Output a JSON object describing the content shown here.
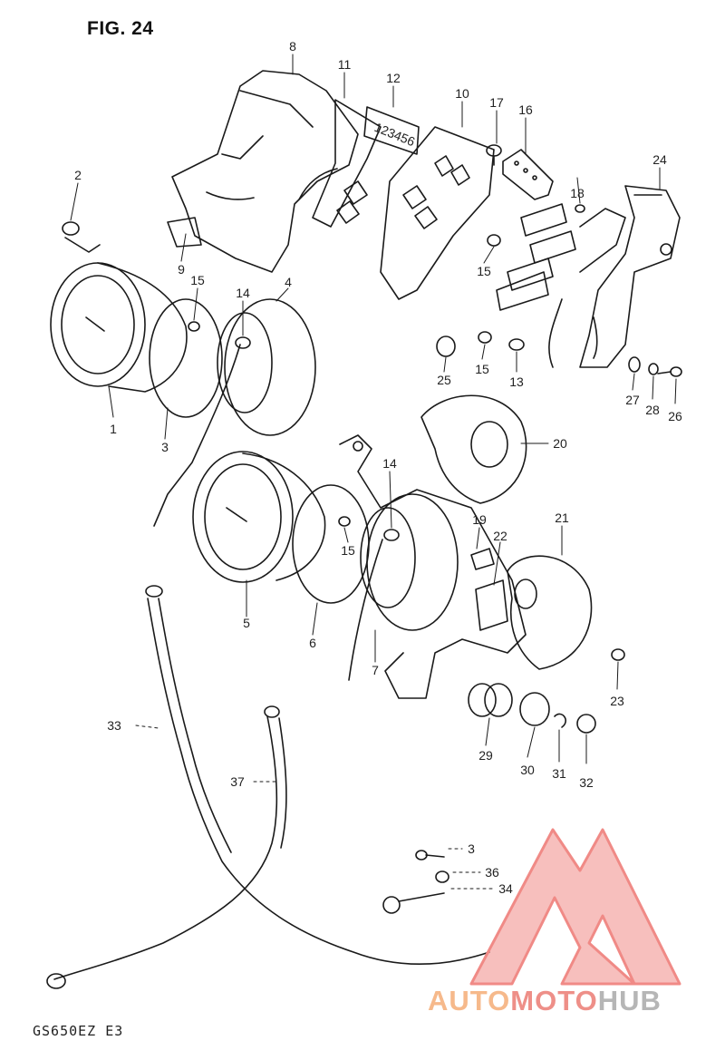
{
  "figure_title": "FIG. 24",
  "model_code": "GS650EZ  E3",
  "watermark": {
    "part1": "AUTO",
    "part2": "MOTO",
    "part3": "HUB",
    "colors": {
      "part1": "#f6b98b",
      "part2": "#ee8f88",
      "part3": "#b6b6b6",
      "logo": "#f08a86"
    }
  },
  "callouts": [
    {
      "id": "c1",
      "label": "1"
    },
    {
      "id": "c2",
      "label": "2"
    },
    {
      "id": "c3",
      "label": "3"
    },
    {
      "id": "c4",
      "label": "4"
    },
    {
      "id": "c5",
      "label": "5"
    },
    {
      "id": "c6",
      "label": "6"
    },
    {
      "id": "c7",
      "label": "7"
    },
    {
      "id": "c8",
      "label": "8"
    },
    {
      "id": "c9",
      "label": "9"
    },
    {
      "id": "c10",
      "label": "10"
    },
    {
      "id": "c11",
      "label": "11"
    },
    {
      "id": "c12",
      "label": "12"
    },
    {
      "id": "c13",
      "label": "13"
    },
    {
      "id": "c14a",
      "label": "14"
    },
    {
      "id": "c14b",
      "label": "14"
    },
    {
      "id": "c15a",
      "label": "15"
    },
    {
      "id": "c15b",
      "label": "15"
    },
    {
      "id": "c15c",
      "label": "15"
    },
    {
      "id": "c15d",
      "label": "15"
    },
    {
      "id": "c16",
      "label": "16"
    },
    {
      "id": "c17",
      "label": "17"
    },
    {
      "id": "c18",
      "label": "18"
    },
    {
      "id": "c19",
      "label": "19"
    },
    {
      "id": "c20",
      "label": "20"
    },
    {
      "id": "c21",
      "label": "21"
    },
    {
      "id": "c22",
      "label": "22"
    },
    {
      "id": "c23",
      "label": "23"
    },
    {
      "id": "c24",
      "label": "24"
    },
    {
      "id": "c25",
      "label": "25"
    },
    {
      "id": "c26",
      "label": "26"
    },
    {
      "id": "c27",
      "label": "27"
    },
    {
      "id": "c28",
      "label": "28"
    },
    {
      "id": "c29",
      "label": "29"
    },
    {
      "id": "c30",
      "label": "30"
    },
    {
      "id": "c31",
      "label": "31"
    },
    {
      "id": "c32",
      "label": "32"
    },
    {
      "id": "c33",
      "label": "33"
    },
    {
      "id": "c34",
      "label": "34"
    },
    {
      "id": "c35",
      "label": "3"
    },
    {
      "id": "c36",
      "label": "36"
    },
    {
      "id": "c37",
      "label": "37"
    }
  ],
  "indicator_digits": "123456"
}
